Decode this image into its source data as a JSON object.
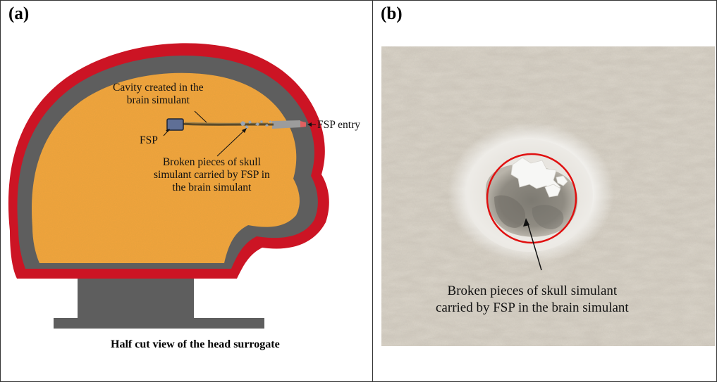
{
  "panel_a": {
    "label": "(a)",
    "annotations": {
      "cavity": [
        "Cavity created in the",
        "brain simulant"
      ],
      "fsp": "FSP",
      "fsp_entry": "FSP entry",
      "broken_pieces": [
        "Broken pieces of skull",
        "simulant carried by FSP in",
        "the brain simulant"
      ]
    },
    "caption": "Half cut view of the head surrogate"
  },
  "panel_b": {
    "label": "(b)",
    "caption": [
      "Broken pieces of skull simulant",
      "carried by FSP in the brain simulant"
    ]
  },
  "colors": {
    "skin": "#cc1424",
    "skull": "#5e5e5e",
    "brain": "#f3a43c",
    "mount": "#5e5e5e",
    "highlight_circle": "#e01010",
    "photo_base": "#dcd6cb"
  }
}
